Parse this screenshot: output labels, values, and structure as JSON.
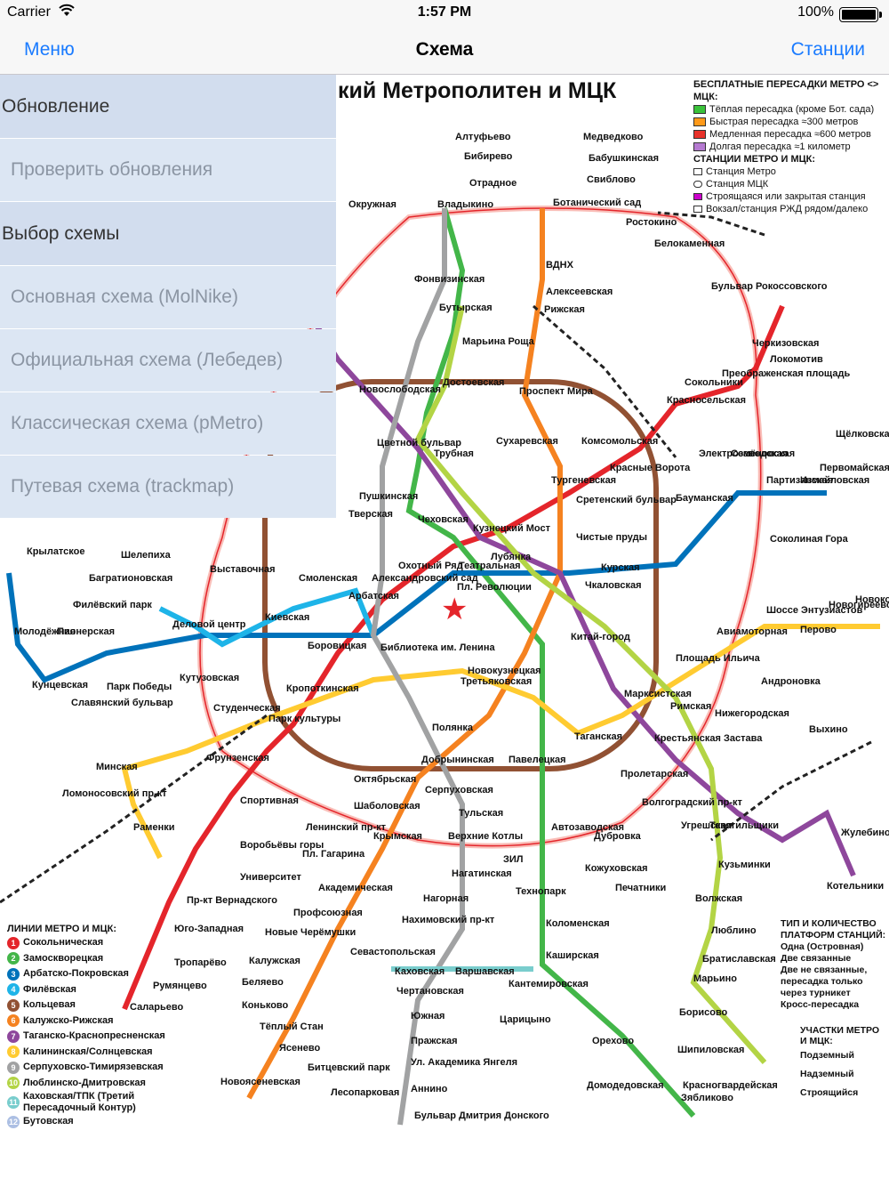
{
  "status_bar": {
    "carrier": "Carrier",
    "time": "1:57 PM",
    "battery": "100%"
  },
  "nav": {
    "left": "Меню",
    "title": "Схема",
    "right": "Станции"
  },
  "menu": {
    "update_header": "Обновление",
    "check_updates": "Проверить обновления",
    "scheme_header": "Выбор схемы",
    "schemes": [
      "Основная схема (MolNike)",
      "Официальная схема (Лебедев)",
      "Классическая схема (pMetro)",
      "Путевая схема (trackmap)"
    ]
  },
  "map": {
    "title": "кий Метрополитен и МЦК",
    "transfers_legend": {
      "header": "БЕСПЛАТНЫЕ ПЕРЕСАДКИ МЕТРО <> МЦК:",
      "items": [
        {
          "label": "Тёплая пересадка (кроме Бот. сада)",
          "color": "#3ac23a"
        },
        {
          "label": "Быстрая пересадка ≈300 метров",
          "color": "#ff9a1a"
        },
        {
          "label": "Медленная пересадка ≈600 метров",
          "color": "#e8322b"
        },
        {
          "label": "Долгая пересадка ≈1 километр",
          "color": "#b57ad1"
        }
      ],
      "stations_header": "СТАНЦИИ МЕТРО И МЦК:",
      "stations": [
        "Станция Метро",
        "Станция МЦК",
        "Строящаяся или закрытая станция",
        "Вокзал/станция РЖД рядом/далеко"
      ]
    },
    "lines_legend": {
      "header": "ЛИНИИ МЕТРО И МЦК:",
      "lines": [
        {
          "num": "1",
          "name": "Сокольническая",
          "color": "#e4252b"
        },
        {
          "num": "2",
          "name": "Замоскворецкая",
          "color": "#43b649"
        },
        {
          "num": "3",
          "name": "Арбатско-Покровская",
          "color": "#0072ba"
        },
        {
          "num": "4",
          "name": "Филёвская",
          "color": "#1eb4e8"
        },
        {
          "num": "5",
          "name": "Кольцевая",
          "color": "#915133"
        },
        {
          "num": "6",
          "name": "Калужско-Рижская",
          "color": "#f58220"
        },
        {
          "num": "7",
          "name": "Таганско-Краснопресненская",
          "color": "#8e479c"
        },
        {
          "num": "8",
          "name": "Калининская/Солнцевская",
          "color": "#ffcb31"
        },
        {
          "num": "9",
          "name": "Серпуховско-Тимирязевская",
          "color": "#a1a2a3"
        },
        {
          "num": "10",
          "name": "Люблинско-Дмитровская",
          "color": "#b3d445"
        },
        {
          "num": "11",
          "name": "Каховская/ТПК (Третий Пересадочный Контур)",
          "color": "#79cdcd"
        },
        {
          "num": "12",
          "name": "Бутовская",
          "color": "#acbfe3"
        }
      ]
    },
    "platform_legend": {
      "header": "ТИП И КОЛИЧЕСТВО ПЛАТФОРМ СТАНЦИЙ:",
      "items": [
        "Одна (Островная)",
        "Две связанные",
        "Две не связанные, пересадка только через турникет",
        "Кросс-пересадка"
      ]
    },
    "section_legend": {
      "header": "УЧАСТКИ МЕТРО И МЦК:",
      "items": [
        "Подземный",
        "Надземный",
        "Строящийся"
      ]
    },
    "stations": [
      "Алтуфьево",
      "Медведково",
      "Бибирево",
      "Бабушкинская",
      "Отрадное",
      "Свиблово",
      "Владыкино",
      "Ботанический сад",
      "ВДНХ",
      "Алексеевская",
      "Рижская",
      "Фонвизинская",
      "Бутырская",
      "Марьина Роща",
      "Достоевская",
      "Новослободская",
      "Проспект Мира",
      "Сухаревская",
      "Комсомольская",
      "Цветной бульвар",
      "Трубная",
      "Красные Ворота",
      "Сретенский бульвар",
      "Чистые пруды",
      "Тургеневская",
      "Пушкинская",
      "Тверская",
      "Чеховская",
      "Кузнецкий Мост",
      "Лубянка",
      "Охотный Ряд",
      "Театральная",
      "Пл. Революции",
      "Курская",
      "Чкаловская",
      "Китай-город",
      "Боровицкая",
      "Библиотека им. Ленина",
      "Арбатская",
      "Александровский сад",
      "Смоленская",
      "Киевская",
      "Кропоткинская",
      "Парк культуры",
      "Полянка",
      "Новокузнецкая",
      "Третьяковская",
      "Добрынинская",
      "Павелецкая",
      "Октябрьская",
      "Серпуховская",
      "Таганская",
      "Марксистская",
      "Пролетарская",
      "Крестьянская Застава",
      "Римская",
      "Площадь Ильича",
      "Спортивная",
      "Фрунзенская",
      "Воробьёвы горы",
      "Университет",
      "Ленинский пр-кт",
      "Шаболовская",
      "Тульская",
      "Нагатинская",
      "Нагорная",
      "Нахимовский пр-кт",
      "Севастопольская",
      "Каховская",
      "Варшавская",
      "Каширская",
      "Коломенская",
      "Технопарк",
      "Автозаводская",
      "Кожуховская",
      "Печатники",
      "Волжская",
      "Люблино",
      "Братиславская",
      "Марьино",
      "Борисово",
      "Шипиловская",
      "Зябликово",
      "Красногвардейская",
      "Домодедовская",
      "Орехово",
      "Царицыно",
      "Кантемировская",
      "Чертановская",
      "Южная",
      "Пражская",
      "Ул. Академика Янгеля",
      "Аннино",
      "Бульвар Дмитрия Донского",
      "Лесопарковая",
      "Битцевский парк",
      "Новоясеневская",
      "Ясенево",
      "Тёплый Стан",
      "Коньково",
      "Беляево",
      "Калужская",
      "Новые Черёмушки",
      "Профсоюзная",
      "Академическая",
      "Юго-Западная",
      "Пр-кт Вернадского",
      "Тропарёво",
      "Румянцево",
      "Саларьево",
      "Раменки",
      "Минская",
      "Ломоносовский пр-кт",
      "Славянский бульвар",
      "Кунцевская",
      "Молодёжная",
      "Крылатское",
      "Пионерская",
      "Филёвский парк",
      "Багратионовская",
      "Шелепиха",
      "Деловой центр",
      "Выставочная",
      "Кутузовская",
      "Студенческая",
      "Парк Победы",
      "Партизанская",
      "Измайловская",
      "Первомайская",
      "Щёлковская",
      "Семёновская",
      "Электрозаводская",
      "Бауманская",
      "Черкизовская",
      "Преображенская площадь",
      "Сокольники",
      "Красносельская",
      "Бульвар Рокоссовского",
      "Белокаменная",
      "Ростокино",
      "Шоссе Энтузиастов",
      "Перово",
      "Новогиреево",
      "Новокосино",
      "Авиамоторная",
      "Андроновка",
      "Нижегородская",
      "Выхино",
      "Жулебино",
      "Котельники",
      "Кузьминки",
      "Текстильщики",
      "Волгоградский пр-кт",
      "Угрешская",
      "Дубровка",
      "ЗИЛ",
      "Крымская",
      "Пл. Гагарина",
      "Верхние Котлы",
      "Окружная",
      "Локомотив",
      "Соколиная Гора"
    ]
  }
}
